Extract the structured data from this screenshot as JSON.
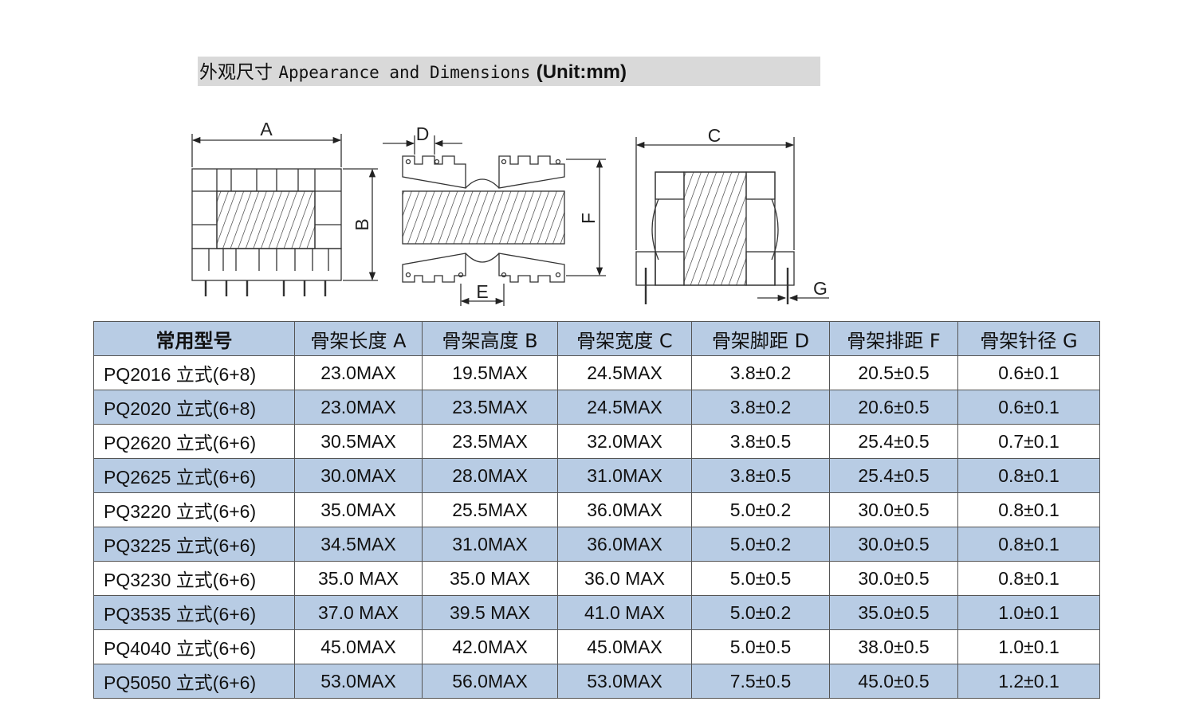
{
  "title": {
    "cn": "外观尺寸",
    "en": "Appearance and Dimensions",
    "unit": "(Unit:mm)"
  },
  "diagram_labels": {
    "A": "A",
    "B": "B",
    "C": "C",
    "D": "D",
    "E": "E",
    "F": "F",
    "G": "G"
  },
  "table": {
    "headers": [
      "常用型号",
      "骨架长度 A",
      "骨架高度 B",
      "骨架宽度 C",
      "骨架脚距 D",
      "骨架排距 F",
      "骨架针径 G"
    ],
    "rows": [
      [
        "PQ2016 立式(6+8)",
        "23.0MAX",
        "19.5MAX",
        "24.5MAX",
        "3.8±0.2",
        "20.5±0.5",
        "0.6±0.1"
      ],
      [
        "PQ2020 立式(6+8)",
        "23.0MAX",
        "23.5MAX",
        "24.5MAX",
        "3.8±0.2",
        "20.6±0.5",
        "0.6±0.1"
      ],
      [
        "PQ2620 立式(6+6)",
        "30.5MAX",
        "23.5MAX",
        "32.0MAX",
        "3.8±0.5",
        "25.4±0.5",
        "0.7±0.1"
      ],
      [
        "PQ2625 立式(6+6)",
        "30.0MAX",
        "28.0MAX",
        "31.0MAX",
        "3.8±0.5",
        "25.4±0.5",
        "0.8±0.1"
      ],
      [
        "PQ3220 立式(6+6)",
        "35.0MAX",
        "25.5MAX",
        "36.0MAX",
        "5.0±0.2",
        "30.0±0.5",
        "0.8±0.1"
      ],
      [
        "PQ3225 立式(6+6)",
        "34.5MAX",
        "31.0MAX",
        "36.0MAX",
        "5.0±0.2",
        "30.0±0.5",
        "0.8±0.1"
      ],
      [
        "PQ3230 立式(6+6)",
        "35.0 MAX",
        "35.0 MAX",
        "36.0 MAX",
        "5.0±0.5",
        "30.0±0.5",
        "0.8±0.1"
      ],
      [
        "PQ3535 立式(6+6)",
        "37.0 MAX",
        "39.5 MAX",
        "41.0 MAX",
        "5.0±0.2",
        "35.0±0.5",
        "1.0±0.1"
      ],
      [
        "PQ4040 立式(6+6)",
        "45.0MAX",
        "42.0MAX",
        "45.0MAX",
        "5.0±0.5",
        "38.0±0.5",
        "1.0±0.1"
      ],
      [
        "PQ5050 立式(6+6)",
        "53.0MAX",
        "56.0MAX",
        "53.0MAX",
        "7.5±0.5",
        "45.0±0.5",
        "1.2±0.1"
      ]
    ]
  },
  "colors": {
    "header_bg": "#b8cce4",
    "stripe_bg": "#b8cce4",
    "title_bg": "#d9d9d9",
    "line": "#333333"
  }
}
